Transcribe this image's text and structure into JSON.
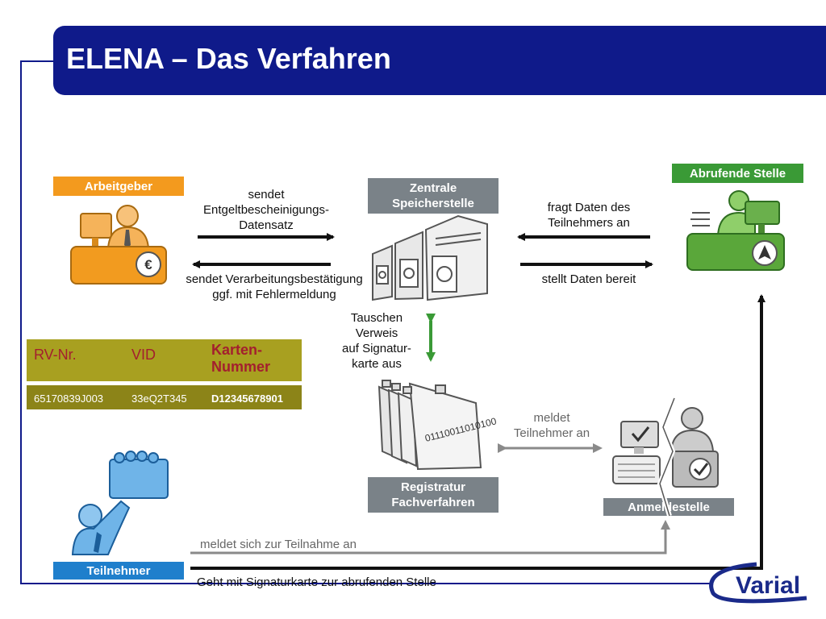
{
  "title": "ELENA – Das Verfahren",
  "roles": {
    "arbeitgeber": "Arbeitgeber",
    "zentrale": "Zentrale Speicherstelle",
    "abrufende": "Abrufende Stelle",
    "registratur": "Registratur Fachverfahren",
    "anmeldestelle": "Anmeldestelle",
    "teilnehmer": "Teilnehmer"
  },
  "flows": {
    "sendet_1": "sendet",
    "sendet_2": "Entgeltbescheinigungs-",
    "sendet_3": "Datensatz",
    "bestaetigung_1": "sendet Verarbeitungsbestätigung",
    "bestaetigung_2": "ggf. mit Fehlermeldung",
    "fragt_1": "fragt Daten des",
    "fragt_2": "Teilnehmers an",
    "stellt": "stellt Daten bereit",
    "tauschen_1": "Tauschen",
    "tauschen_2": "Verweis",
    "tauschen_3": "auf Signatur-",
    "tauschen_4": "karte aus",
    "meldet_1": "meldet",
    "meldet_2": "Teilnehmer an",
    "teilnahme": "meldet sich zur Teilnahme an",
    "geht": "Geht mit Signaturkarte zur abrufenden Stelle"
  },
  "table": {
    "headers": [
      "RV-Nr.",
      "VID",
      "Karten-",
      "Nummer"
    ],
    "row": [
      "65170839J003",
      "33eQ2T345",
      "D12345678901"
    ]
  },
  "registry_digits": "01110011010100",
  "logo": "Varial",
  "colors": {
    "title_bar": "#0f1a8a",
    "arbeitgeber": "#f39a1e",
    "zentrale": "#7a8288",
    "abrufende": "#3a9a36",
    "teilnehmer": "#1f7fcc",
    "table_head": "#a8a020",
    "table_row": "#8c8418",
    "double_arrow": "#3a9a36"
  }
}
